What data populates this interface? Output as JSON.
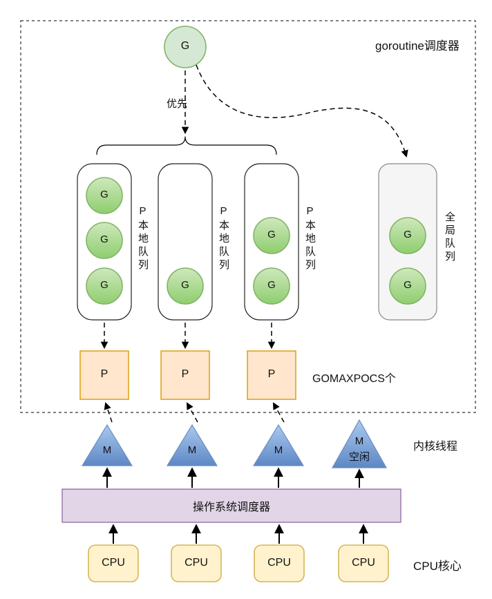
{
  "title": "goroutine调度器",
  "labels": {
    "goroutine": "G",
    "priority": "优先",
    "local_queue": "P本地队列",
    "global_queue": "全局队列",
    "processor": "P",
    "gomaxprocs": "GOMAXPOCS个",
    "thread": "M",
    "idle": "空闲",
    "kernel_threads": "内核线程",
    "os_scheduler": "操作系统调度器",
    "cpu": "CPU",
    "cpu_cores": "CPU核心"
  },
  "structure": {
    "local_queue_goroutine_counts": [
      3,
      1,
      2
    ],
    "global_queue_goroutine_count": 2,
    "processor_count": 3,
    "thread_count": 4,
    "cpu_count": 4
  },
  "colors": {
    "goroutine_fill_light": "#d5e8d4",
    "goroutine_grad_top": "#cfe8bd",
    "goroutine_grad_bottom": "#8ece6e",
    "goroutine_stroke": "#82b366",
    "processor_fill": "#ffe6cc",
    "processor_stroke": "#d79b00",
    "thread_grad_top": "#aac9ee",
    "thread_grad_bottom": "#5d87c5",
    "thread_stroke": "#6c8ebf",
    "os_fill": "#e1d5e7",
    "os_stroke": "#9673a6",
    "cpu_fill": "#fff2cc",
    "cpu_stroke": "#d6b656",
    "global_queue_fill": "#f5f5f5",
    "global_queue_stroke": "#888888"
  }
}
